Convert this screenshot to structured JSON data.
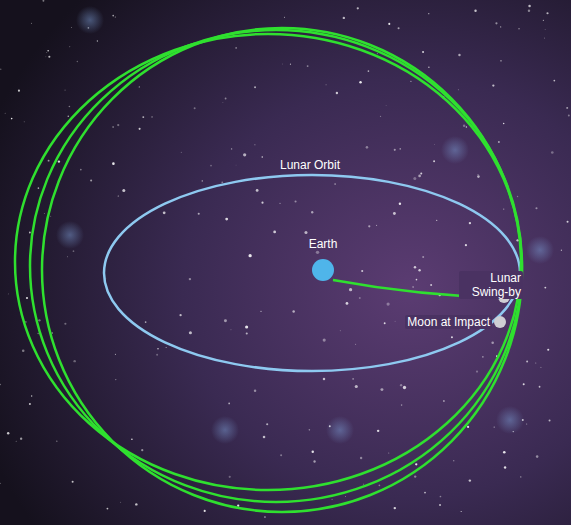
{
  "diagram": {
    "labels": [
      "Lunar Orbit",
      "Earth",
      "Lunar Swing-by",
      "Moon at Impact"
    ]
  }
}
